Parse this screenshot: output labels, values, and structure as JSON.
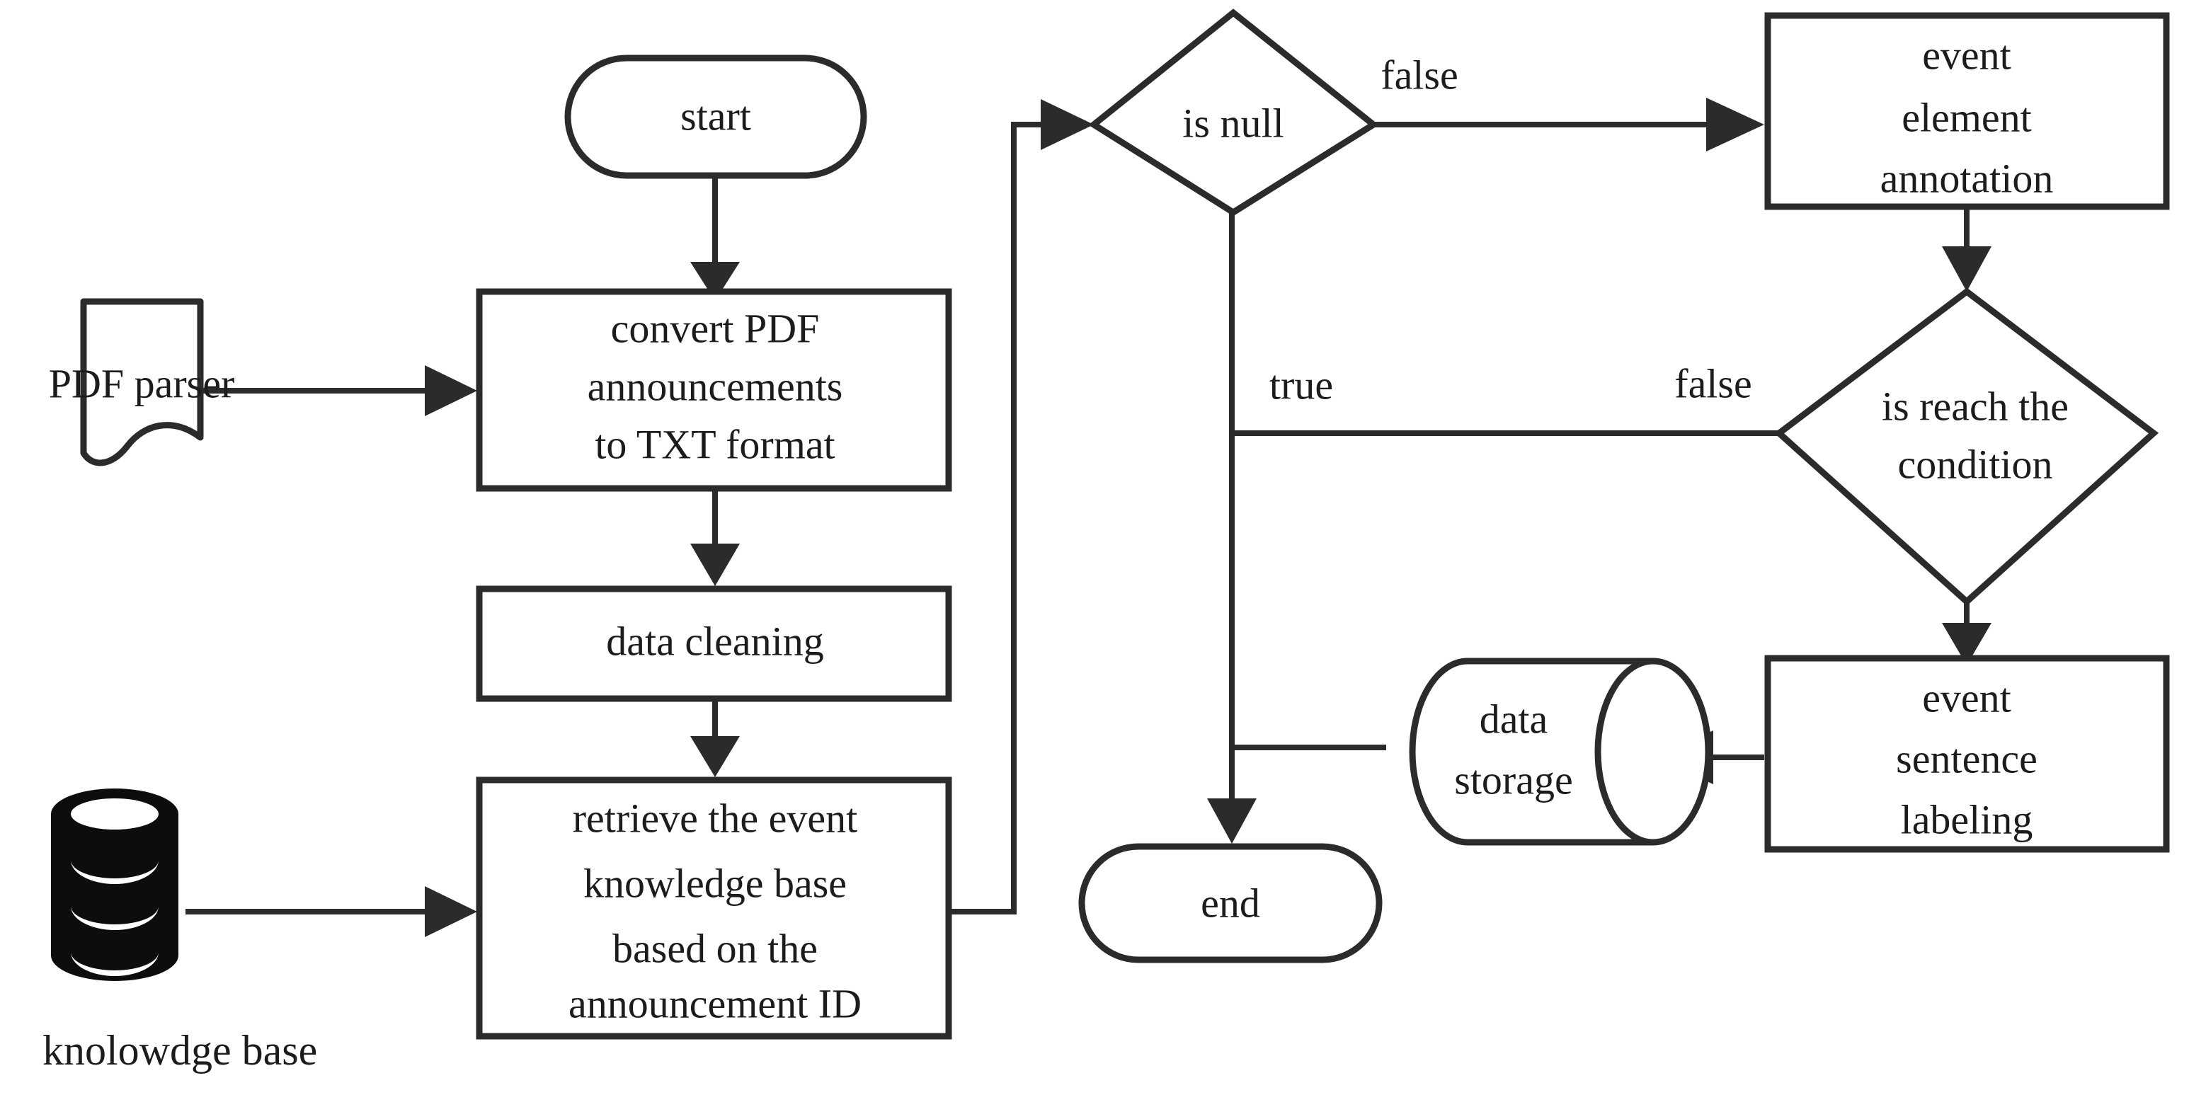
{
  "diagram": {
    "type": "flowchart",
    "background_color": "#ffffff",
    "stroke_color": "#2b2b2b",
    "text_color": "#1c1c1c",
    "nodes": {
      "start": {
        "label": "start",
        "shape": "terminator"
      },
      "pdf_parser": {
        "label": "PDF parser",
        "shape": "document"
      },
      "convert": {
        "line1": "convert PDF",
        "line2": "announcements",
        "line3": "to TXT format",
        "shape": "process"
      },
      "data_cleaning": {
        "label": "data cleaning",
        "shape": "process"
      },
      "retrieve": {
        "line1": "retrieve the event",
        "line2": "knowledge base",
        "line3": "based on the",
        "line4": "announcement ID",
        "shape": "process"
      },
      "knowledge_base": {
        "label": "knolowdge base",
        "shape": "database-icon"
      },
      "is_null": {
        "label": "is null",
        "shape": "decision"
      },
      "event_element_annotation": {
        "line1": "event",
        "line2": "element",
        "line3": "annotation",
        "shape": "process"
      },
      "is_reach_condition": {
        "line1": "is reach the",
        "line2": "condition",
        "shape": "decision"
      },
      "event_sentence_labeling": {
        "line1": "event",
        "line2": "sentence",
        "line3": "labeling",
        "shape": "process"
      },
      "data_storage": {
        "line1": "data",
        "line2": "storage",
        "shape": "cylinder"
      },
      "end": {
        "label": "end",
        "shape": "terminator"
      }
    },
    "edge_labels": {
      "is_null_false": "false",
      "is_null_true": "true",
      "is_reach_false": "false"
    },
    "edges": [
      {
        "from": "start",
        "to": "convert",
        "label": ""
      },
      {
        "from": "pdf_parser",
        "to": "convert",
        "label": ""
      },
      {
        "from": "convert",
        "to": "data_cleaning",
        "label": ""
      },
      {
        "from": "data_cleaning",
        "to": "retrieve",
        "label": ""
      },
      {
        "from": "knowledge_base",
        "to": "retrieve",
        "label": ""
      },
      {
        "from": "retrieve",
        "to": "is_null",
        "label": ""
      },
      {
        "from": "is_null",
        "to": "event_element_annotation",
        "label": "false"
      },
      {
        "from": "is_null",
        "to": "end",
        "label": ""
      },
      {
        "from": "event_element_annotation",
        "to": "is_reach_condition",
        "label": ""
      },
      {
        "from": "is_reach_condition",
        "to": "end",
        "label": "false / true"
      },
      {
        "from": "is_reach_condition",
        "to": "event_sentence_labeling",
        "label": ""
      },
      {
        "from": "event_sentence_labeling",
        "to": "data_storage",
        "label": ""
      },
      {
        "from": "data_storage",
        "to": "end",
        "label": ""
      }
    ]
  }
}
